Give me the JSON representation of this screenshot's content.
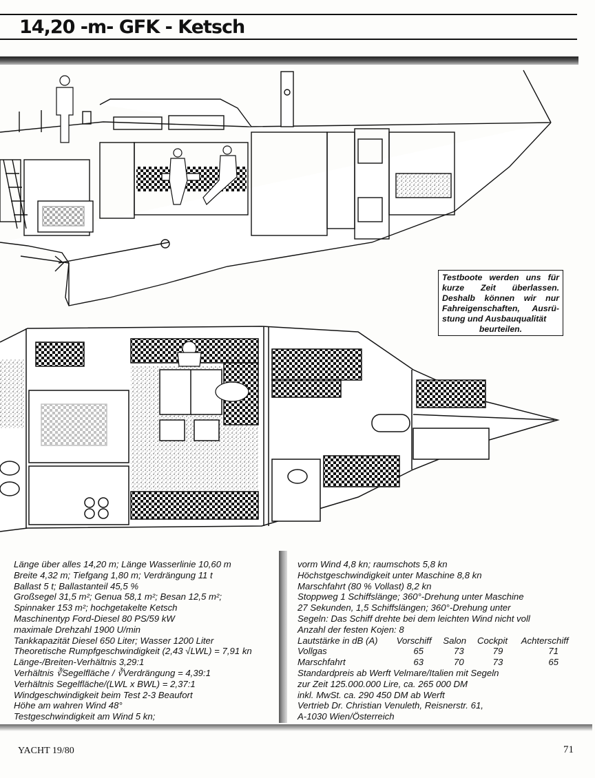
{
  "header": {
    "title": "14,20 -m- GFK - Ketsch"
  },
  "notebox": {
    "lines": [
      "Testboote werden uns für",
      "kurze Zeit überlassen.",
      "Deshalb können wir nur",
      "Fahreigenschaften, Ausrü-",
      "stung und Ausbauqualität",
      "beurteilen."
    ]
  },
  "specs_left": [
    "Länge über alles 14,20 m; Länge Wasserlinie 10,60 m",
    "Breite 4,32 m; Tiefgang 1,80 m; Verdrängung 11 t",
    "Ballast 5 t; Ballastanteil 45,5 %",
    "Großsegel 31,5 m²; Genua 58,1 m²; Besan 12,5 m²;",
    "Spinnaker 153 m²; hochgetakelte Ketsch",
    "Maschinentyp Ford-Diesel 80 PS/59 kW",
    "maximale Drehzahl 1900 U/min",
    "Tankkapazität Diesel 650 Liter; Wasser 1200 Liter",
    "Theoretische Rumpfgeschwindigkeit (2,43 √LWL) = 7,91 kn",
    "Länge-/Breiten-Verhältnis 3,29:1",
    "Verhältnis ∛Segelfläche / ∛Verdrängung = 4,39:1",
    "Verhältnis Segelfläche/(LWL x BWL) = 2,37:1",
    "Windgeschwindigkeit beim Test 2-3 Beaufort",
    "Höhe am wahren Wind 48°",
    "Testgeschwindigkeit am Wind 5 kn;"
  ],
  "specs_right": {
    "lines_top": [
      "vorm Wind 4,8 kn; raumschots 5,8 kn",
      "Höchstgeschwindigkeit unter Maschine 8,8 kn",
      "Marschfahrt (80 % Vollast) 8,2 kn",
      "Stoppweg 1 Schiffslänge; 360°-Drehung unter Maschine",
      "27 Sekunden, 1,5 Schiffslängen; 360°-Drehung unter",
      "Segeln: Das Schiff drehte bei dem leichten Wind nicht voll",
      "Anzahl der festen Kojen: 8"
    ],
    "sound_table": {
      "header": [
        "Lautstärke in dB (A)",
        "Vorschiff",
        "Salon",
        "Cockpit",
        "Achterschiff"
      ],
      "rows": [
        [
          "Vollgas",
          "65",
          "73",
          "79",
          "71"
        ],
        [
          "Marschfahrt",
          "63",
          "70",
          "73",
          "65"
        ]
      ]
    },
    "lines_bottom": [
      "Standardpreis ab Werft Velmare/Italien mit Segeln",
      "zur Zeit 125.000.000 Lire, ca. 265 000 DM",
      "inkl. MwSt. ca. 290 450 DM ab Werft",
      "Vertrieb Dr. Christian Venuleth, Reisnerstr. 61,",
      "A-1030 Wien/Österreich"
    ]
  },
  "footer": {
    "left": "YACHT 19/80",
    "page": "71"
  }
}
